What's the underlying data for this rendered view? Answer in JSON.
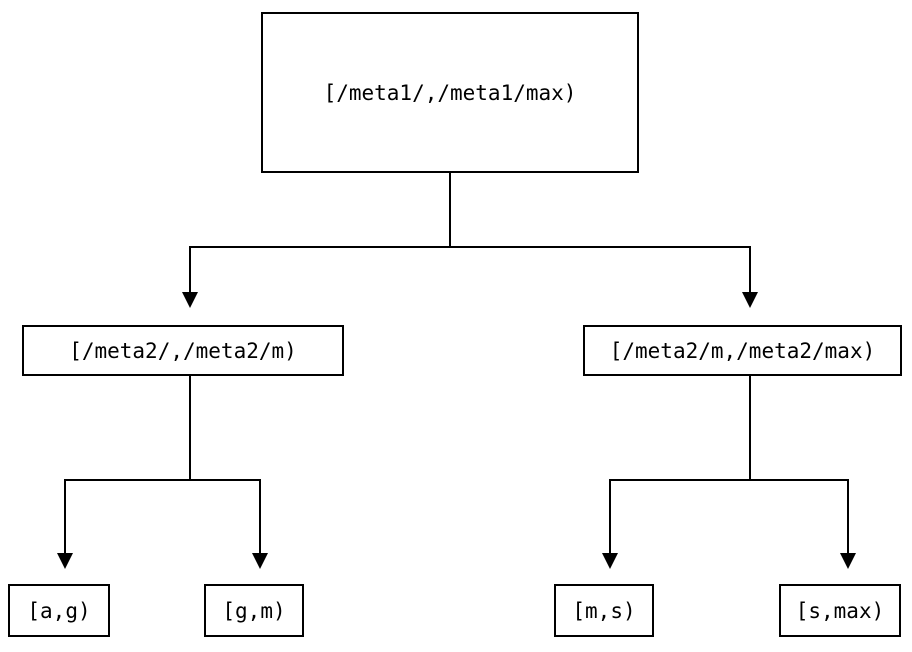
{
  "diagram": {
    "type": "tree",
    "background_color": "#ffffff",
    "line_color": "#000000",
    "nodes": {
      "root": {
        "label": "[/meta1/,/meta1/max)"
      },
      "left": {
        "label": "[/meta2/,/meta2/m)"
      },
      "right": {
        "label": "[/meta2/m,/meta2/max)"
      },
      "leaf_ag": {
        "label": "[a,g)"
      },
      "leaf_gm": {
        "label": "[g,m)"
      },
      "leaf_ms": {
        "label": "[m,s)"
      },
      "leaf_smax": {
        "label": "[s,max)"
      }
    },
    "edges": [
      {
        "from": "root",
        "to": "left"
      },
      {
        "from": "root",
        "to": "right"
      },
      {
        "from": "left",
        "to": "leaf_ag"
      },
      {
        "from": "left",
        "to": "leaf_gm"
      },
      {
        "from": "right",
        "to": "leaf_ms"
      },
      {
        "from": "right",
        "to": "leaf_smax"
      }
    ]
  }
}
